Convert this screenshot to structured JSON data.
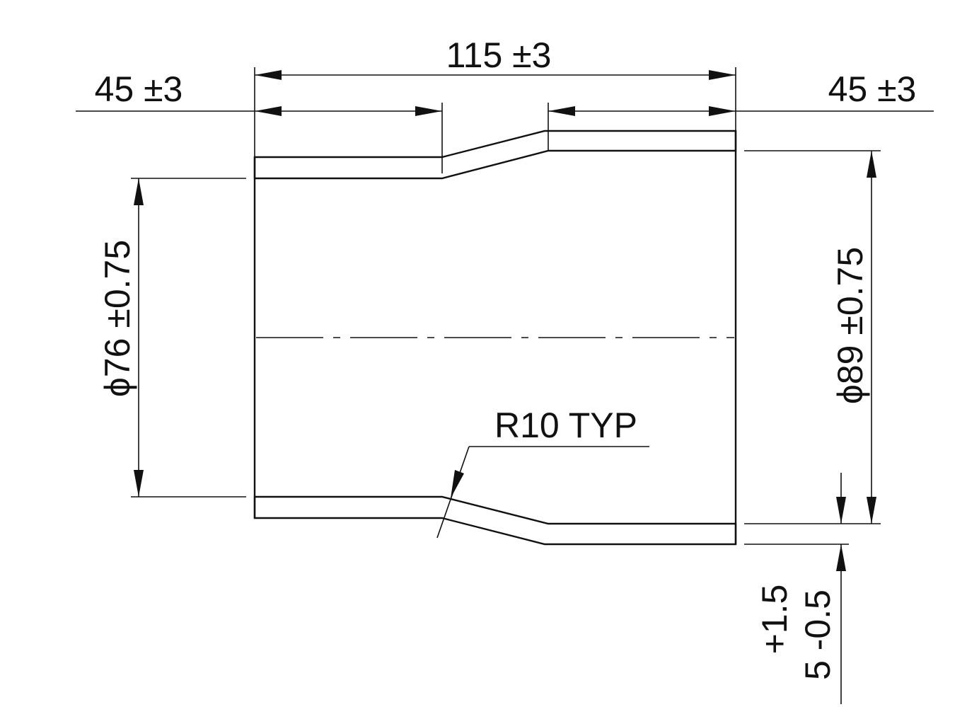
{
  "dimensions": {
    "overall_length": "115 ±3",
    "left_length": "45 ±3",
    "right_length": "45 ±3",
    "small_diameter": "ϕ76 ±0.75",
    "large_diameter": "ϕ89 ±0.75",
    "bend_radius": "R10 TYP",
    "wall_upper_tol": "+1.5",
    "wall_nominal": "5 -0.5"
  },
  "colors": {
    "line": "#111111",
    "background": "#ffffff"
  }
}
